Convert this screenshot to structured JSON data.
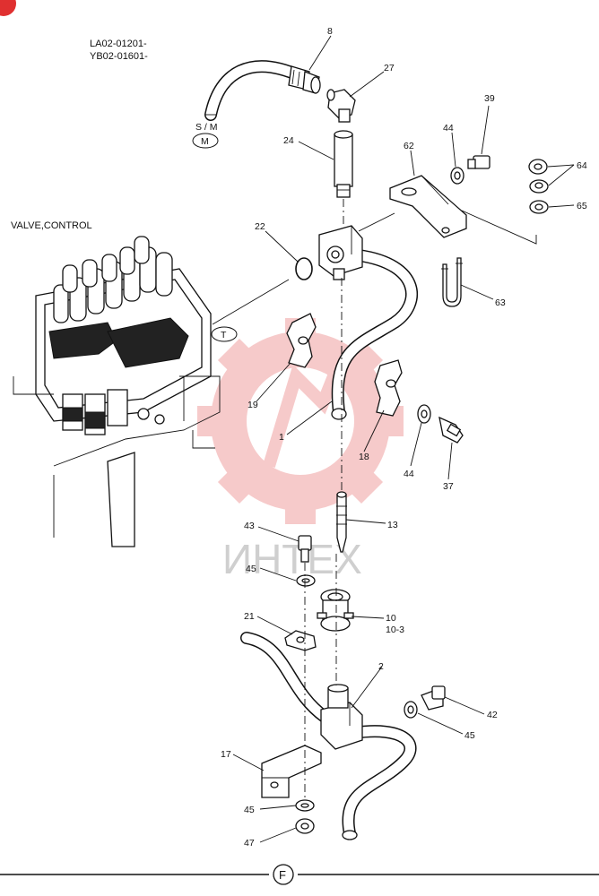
{
  "header": {
    "serial_line_1": "LA02-01201-",
    "serial_line_2": "YB02-01601-"
  },
  "assembly_label": "VALVE,CONTROL",
  "markers": {
    "sm_label": "S / M",
    "m_circle": "M",
    "t_circle": "T",
    "f_circle": "F"
  },
  "watermark": "ИНТЕХ",
  "callouts": {
    "p8": "8",
    "p27": "27",
    "p39": "39",
    "p44a": "44",
    "p62": "62",
    "p64": "64",
    "p65": "65",
    "p24": "24",
    "p22": "22",
    "p63": "63",
    "p19": "19",
    "p1": "1",
    "p18": "18",
    "p44b": "44",
    "p37": "37",
    "p13": "13",
    "p43": "43",
    "p45a": "45",
    "p21": "21",
    "p10": "10",
    "p10_3": "10-3",
    "p2": "2",
    "p42": "42",
    "p45b": "45",
    "p17": "17",
    "p45c": "45",
    "p47": "47"
  },
  "colors": {
    "line": "#111111",
    "watermark_gear": "#f0a0a0",
    "watermark_text": "#cfcfcf",
    "corner_badge": "#e03030"
  }
}
